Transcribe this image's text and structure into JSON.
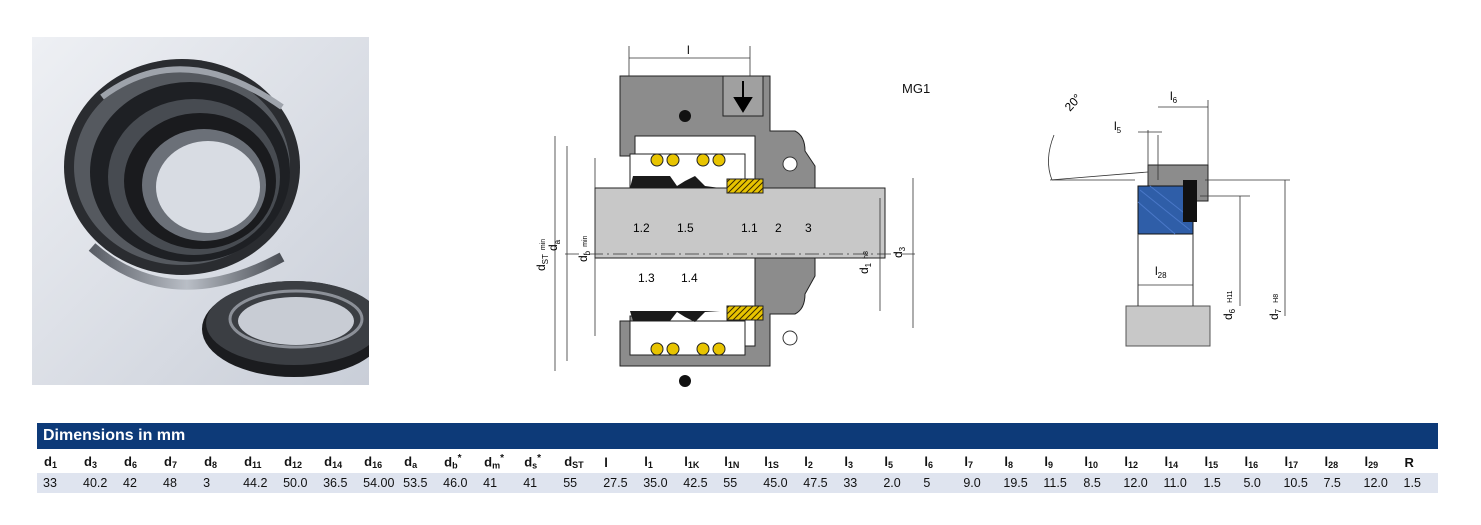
{
  "drawing": {
    "model": "MG1",
    "angle_label": "20°",
    "labels": {
      "l": "l",
      "dST": "d",
      "dST_sub": "ST",
      "dST_sup": "min",
      "da": "d",
      "da_sub": "a",
      "db": "d",
      "db_sub": "b",
      "db_sup": "min",
      "d1": "d",
      "d1_sub": "1",
      "d1_sup": "h8",
      "d3": "d",
      "d3_sub": "3",
      "l5": "l",
      "l5_sub": "5",
      "l6": "l",
      "l6_sub": "6",
      "l28": "l",
      "l28_sub": "28",
      "d6": "d",
      "d6_sub": "6",
      "d6_sup": "H11",
      "d7": "d",
      "d7_sub": "7",
      "d7_sup": "H8"
    },
    "parts": [
      "1.2",
      "1.5",
      "1.1",
      "2",
      "3",
      "1.3",
      "1.4"
    ]
  },
  "table": {
    "title": "Dimensions in mm",
    "columns": [
      {
        "base": "d",
        "sub": "1",
        "mark": ""
      },
      {
        "base": "d",
        "sub": "3",
        "mark": ""
      },
      {
        "base": "d",
        "sub": "6",
        "mark": ""
      },
      {
        "base": "d",
        "sub": "7",
        "mark": ""
      },
      {
        "base": "d",
        "sub": "8",
        "mark": ""
      },
      {
        "base": "d",
        "sub": "11",
        "mark": ""
      },
      {
        "base": "d",
        "sub": "12",
        "mark": ""
      },
      {
        "base": "d",
        "sub": "14",
        "mark": ""
      },
      {
        "base": "d",
        "sub": "16",
        "mark": ""
      },
      {
        "base": "d",
        "sub": "a",
        "mark": ""
      },
      {
        "base": "d",
        "sub": "b",
        "mark": "*"
      },
      {
        "base": "d",
        "sub": "m",
        "mark": "*"
      },
      {
        "base": "d",
        "sub": "s",
        "mark": "*"
      },
      {
        "base": "d",
        "sub": "ST",
        "mark": ""
      },
      {
        "base": "l",
        "sub": "",
        "mark": ""
      },
      {
        "base": "l",
        "sub": "1",
        "mark": ""
      },
      {
        "base": "l",
        "sub": "1K",
        "mark": ""
      },
      {
        "base": "l",
        "sub": "1N",
        "mark": ""
      },
      {
        "base": "l",
        "sub": "1S",
        "mark": ""
      },
      {
        "base": "l",
        "sub": "2",
        "mark": ""
      },
      {
        "base": "l",
        "sub": "3",
        "mark": ""
      },
      {
        "base": "l",
        "sub": "5",
        "mark": ""
      },
      {
        "base": "l",
        "sub": "6",
        "mark": ""
      },
      {
        "base": "l",
        "sub": "7",
        "mark": ""
      },
      {
        "base": "l",
        "sub": "8",
        "mark": ""
      },
      {
        "base": "l",
        "sub": "9",
        "mark": ""
      },
      {
        "base": "l",
        "sub": "10",
        "mark": ""
      },
      {
        "base": "l",
        "sub": "12",
        "mark": ""
      },
      {
        "base": "l",
        "sub": "14",
        "mark": ""
      },
      {
        "base": "l",
        "sub": "15",
        "mark": ""
      },
      {
        "base": "l",
        "sub": "16",
        "mark": ""
      },
      {
        "base": "l",
        "sub": "17",
        "mark": ""
      },
      {
        "base": "l",
        "sub": "28",
        "mark": ""
      },
      {
        "base": "l",
        "sub": "29",
        "mark": ""
      },
      {
        "base": "R",
        "sub": "",
        "mark": ""
      }
    ],
    "values": [
      "33",
      "40.2",
      "42",
      "48",
      "3",
      "44.2",
      "50.0",
      "36.5",
      "54.00",
      "53.5",
      "46.0",
      "41",
      "41",
      "55",
      "27.5",
      "35.0",
      "42.5",
      "55",
      "45.0",
      "47.5",
      "33",
      "2.0",
      "5",
      "9.0",
      "19.5",
      "11.5",
      "8.5",
      "12.0",
      "11.0",
      "1.5",
      "5.0",
      "10.5",
      "7.5",
      "12.0",
      "1.5"
    ]
  },
  "colors": {
    "header_bg": "#0d3a78",
    "row_bg": "#dfe4ef",
    "housing_gray": "#8c8c8c",
    "shaft_gray": "#c8c8c8",
    "spring_yellow": "#e8c400",
    "seat_blue": "#2f5ea8"
  }
}
